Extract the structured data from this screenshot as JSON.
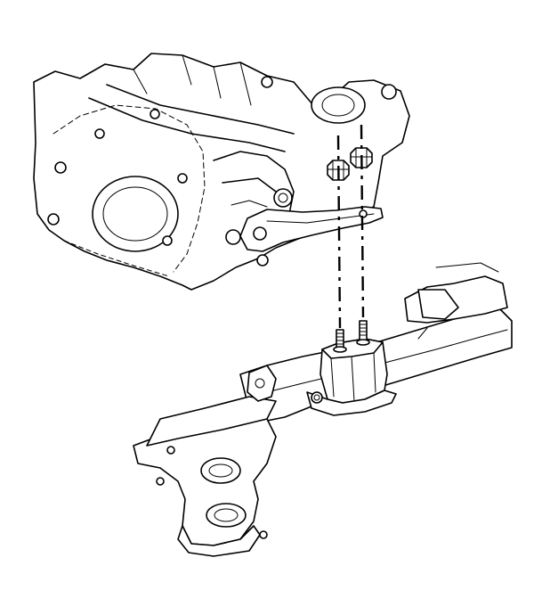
{
  "figure": {
    "parts": [
      {
        "name": "transaxle",
        "icon": "transaxle-housing-icon"
      },
      {
        "name": "mount-bracket",
        "icon": "mount-bracket-icon"
      },
      {
        "name": "mount-nuts",
        "icon": "hex-nut-icon",
        "count": 2
      },
      {
        "name": "mount-studs",
        "icon": "threaded-stud-icon",
        "count": 2
      },
      {
        "name": "transaxle-mount",
        "icon": "rubber-mount-icon"
      },
      {
        "name": "engine-cradle",
        "icon": "cradle-frame-icon"
      }
    ],
    "alignment_lines": 2
  }
}
